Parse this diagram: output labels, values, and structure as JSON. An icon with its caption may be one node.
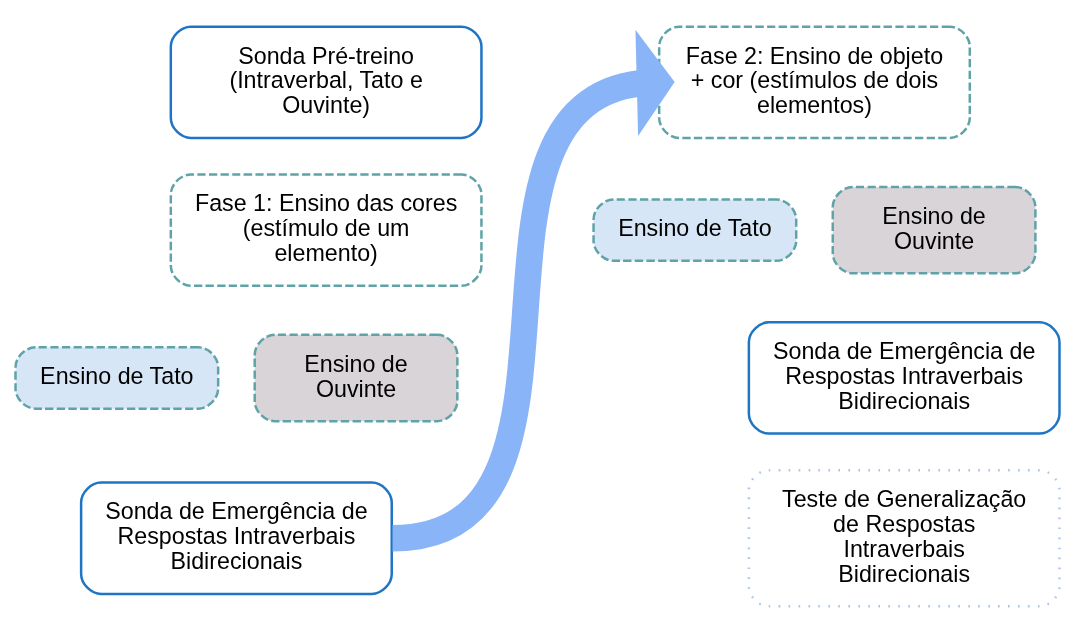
{
  "diagram": {
    "nodes": [
      {
        "text": [
          "Sonda Pré-treino (Intraverbal, Tato e Ouvinte)"
        ]
      },
      {
        "text": [
          "Fase 1: Ensino das cores (estímulo de um elemento)"
        ]
      },
      {
        "text": [
          "Ensino de Tato"
        ]
      },
      {
        "text": [
          "Ensino de Ouvinte"
        ]
      },
      {
        "text": [
          "Sonda de Emergência de Respostas Intraverbais Bidirecionais"
        ]
      },
      {
        "text": [
          "Fase 2: Ensino de objeto + cor (estímulos de dois elementos)"
        ]
      },
      {
        "text": [
          "Ensino de Tato"
        ]
      },
      {
        "text": [
          "Ensino de Ouvinte"
        ]
      },
      {
        "text": [
          "Sonda de Emergência de Respostas Intraverbais Bidirecionais"
        ]
      },
      {
        "text": [
          "Teste de Generalização de Respostas Intraverbais Bidirecionais"
        ]
      }
    ],
    "edges": [
      {
        "from": 4,
        "to": 5,
        "arrow": "to"
      }
    ]
  }
}
